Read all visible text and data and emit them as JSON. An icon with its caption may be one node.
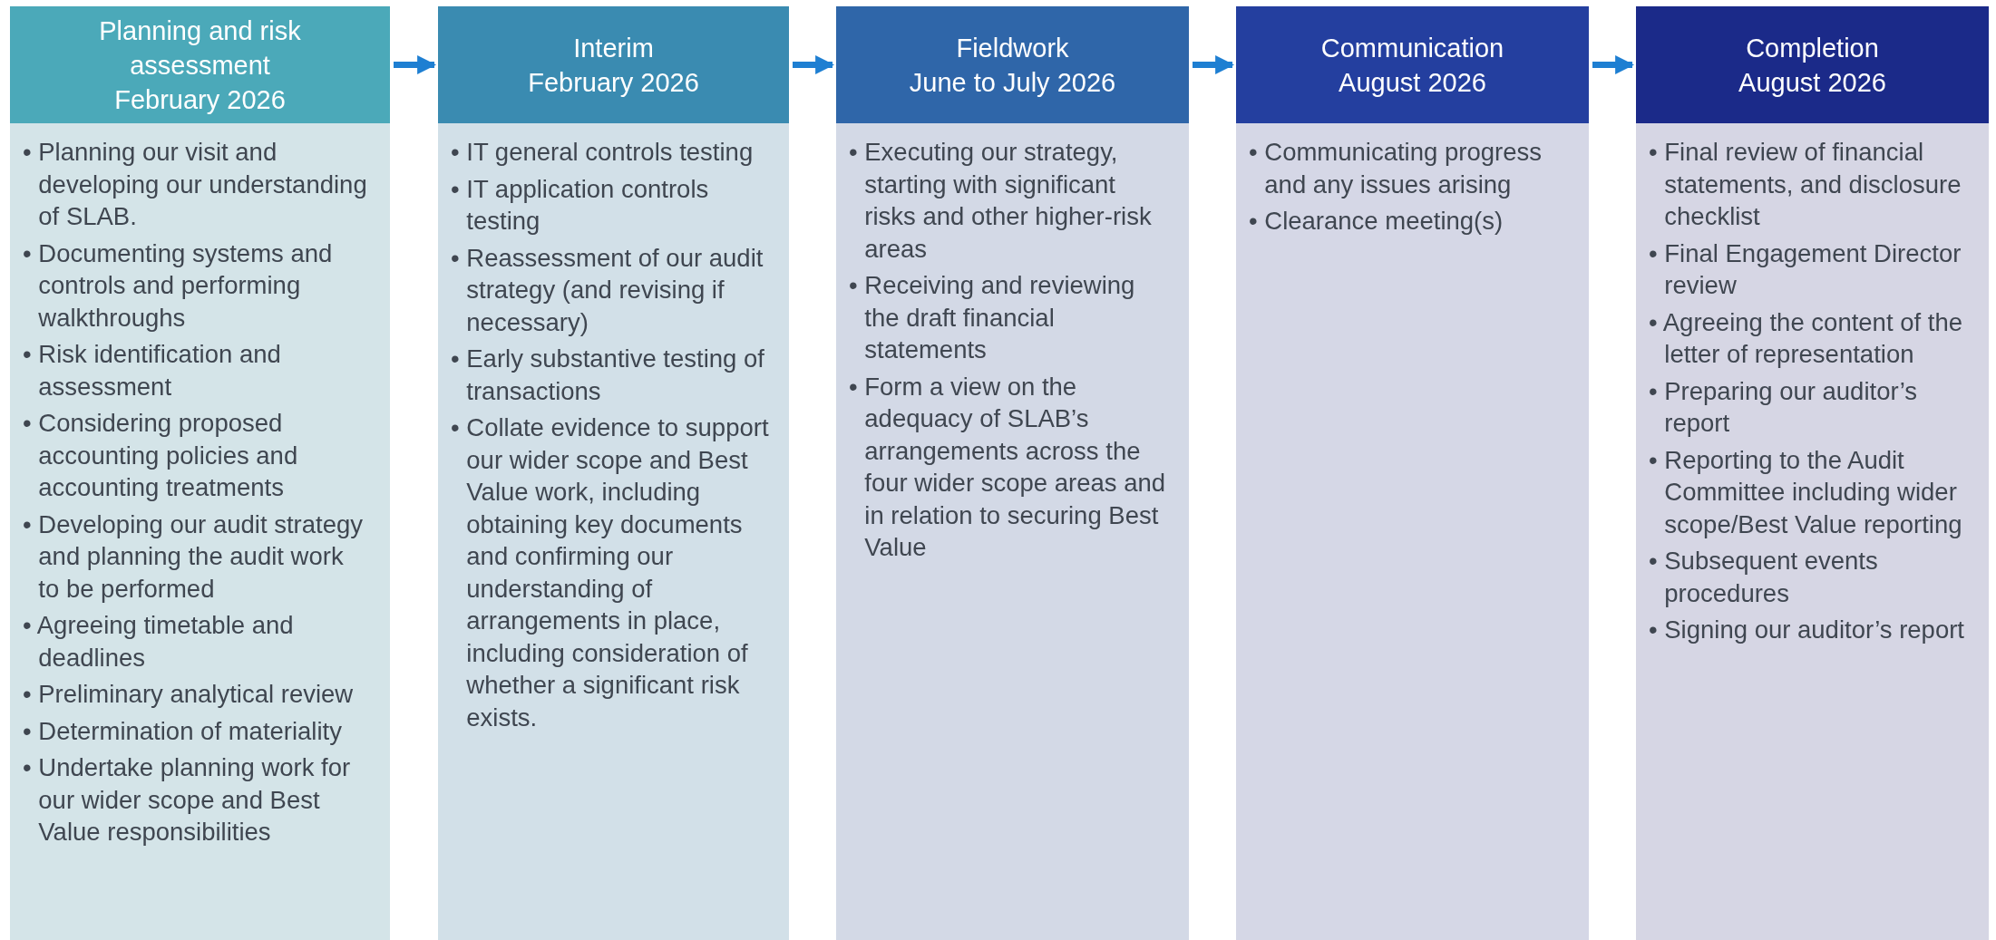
{
  "diagram": {
    "nodes": [
      {
        "text": [
          "Planning and risk assessment",
          "February 2026"
        ]
      },
      {
        "text": [
          "• Planning our visit and developing our understanding of SLAB.",
          "• Documenting systems and controls and performing walkthroughs",
          "• Risk identification and assessment",
          "• Considering proposed accounting policies and accounting treatments",
          "• Developing our audit strategy and planning the audit work to be performed",
          "• Agreeing timetable and deadlines",
          "• Preliminary analytical review",
          "• Determination of materiality",
          "• Undertake planning work for our wider scope and Best Value responsibilities"
        ]
      },
      {
        "text": [
          "Interim",
          "February 2026"
        ]
      },
      {
        "text": [
          "• IT general controls testing",
          "• IT application controls testing",
          "• Reassessment of our audit strategy (and revising if necessary)",
          "• Early substantive testing of transactions",
          "• Collate evidence to support our wider scope and Best Value work, including obtaining key documents and confirming our understanding of arrangements in place, including consideration of whether a significant risk exists."
        ]
      },
      {
        "text": [
          "Fieldwork",
          "June to July 2026"
        ]
      },
      {
        "text": [
          "• Executing our strategy, starting with significant risks and other higher-risk areas",
          "• Receiving and reviewing the draft financial statements",
          "• Form a view on the adequacy of SLAB’s arrangements across the four wider scope areas and in relation to securing Best Value"
        ]
      },
      {
        "text": [
          "Communication",
          "August 2026"
        ]
      },
      {
        "text": [
          "• Communicating progress and any issues arising",
          "• Clearance meeting(s)"
        ]
      },
      {
        "text": [
          "Completion",
          "August 2026"
        ]
      },
      {
        "text": [
          "• Final review of financial statements, and disclosure checklist",
          "• Final Engagement Director review",
          "• Agreeing the content of the letter of representation",
          "• Preparing our auditor’s report",
          "• Reporting to the Audit Committee including wider scope/Best Value reporting",
          "• Subsequent events procedures",
          "• Signing our auditor’s report"
        ]
      }
    ],
    "edges": [
      {
        "from": 0,
        "to": 2,
        "arrow": "to"
      },
      {
        "from": 2,
        "to": 4,
        "arrow": "to"
      },
      {
        "from": 4,
        "to": 6,
        "arrow": "to"
      },
      {
        "from": 6,
        "to": 8,
        "arrow": "to"
      }
    ]
  }
}
